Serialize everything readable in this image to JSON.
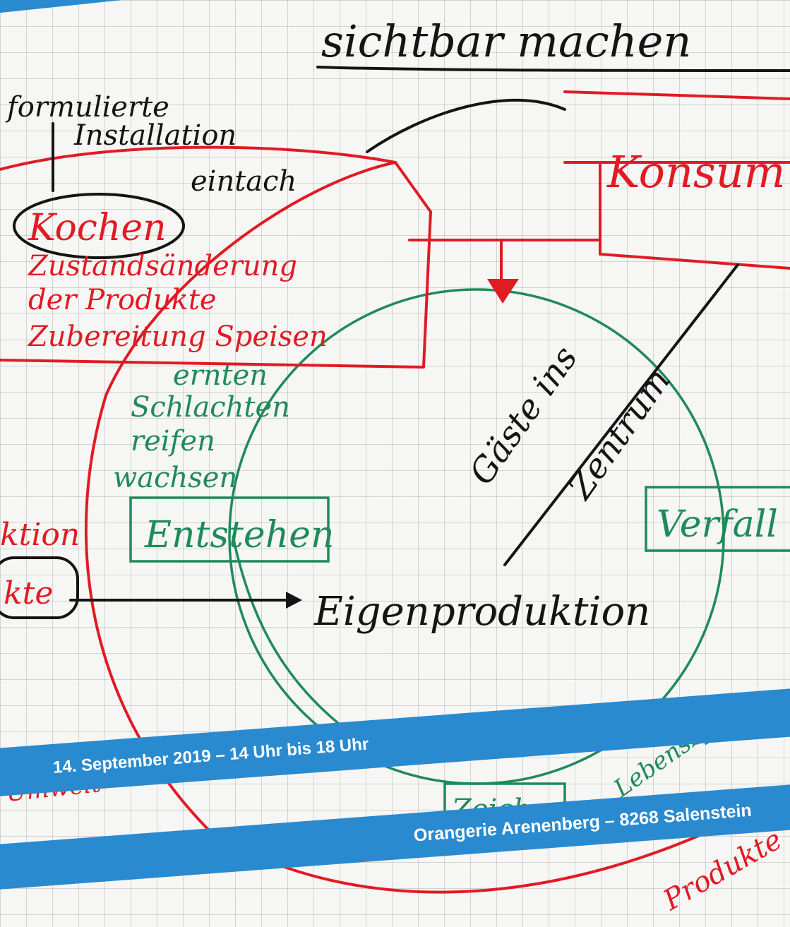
{
  "banners": {
    "date": "14. September 2019 – 14 Uhr bis 18 Uhr",
    "venue": "Orangerie Arenenberg – 8268 Salenstein"
  },
  "sketch": {
    "sichtbar": "sichtbar machen",
    "formulier": "formulierte",
    "installation": "Installation",
    "eintach": "eintach",
    "konsum": "Konsum",
    "kochen": "Kochen",
    "zustand": "Zustandsänderung",
    "der_produkte": "der Produkte",
    "zubereitung": "Zubereitung Speisen",
    "ernten": "ernten",
    "schlachten": "Schlachten",
    "reifen": "reifen",
    "wachsen": "wachsen",
    "entstehen": "Entstehen",
    "verfall": "Verfall",
    "eigenproduktion": "Eigenproduktion",
    "gaeste": "Gäste ins",
    "zentrum": "Zentrum",
    "lebenszyklus": "Lebenszyklus",
    "zeichen": "Zeichen",
    "produkte": "Produkte",
    "kton": "ktion",
    "kte": "kte",
    "ernrwelt": "Umwelt"
  },
  "colors": {
    "banner": "#2a8ad0",
    "ink_red": "#e01b24",
    "ink_green": "#1f8a5a",
    "ink_black": "#141414",
    "paper": "#f6f6f4"
  }
}
